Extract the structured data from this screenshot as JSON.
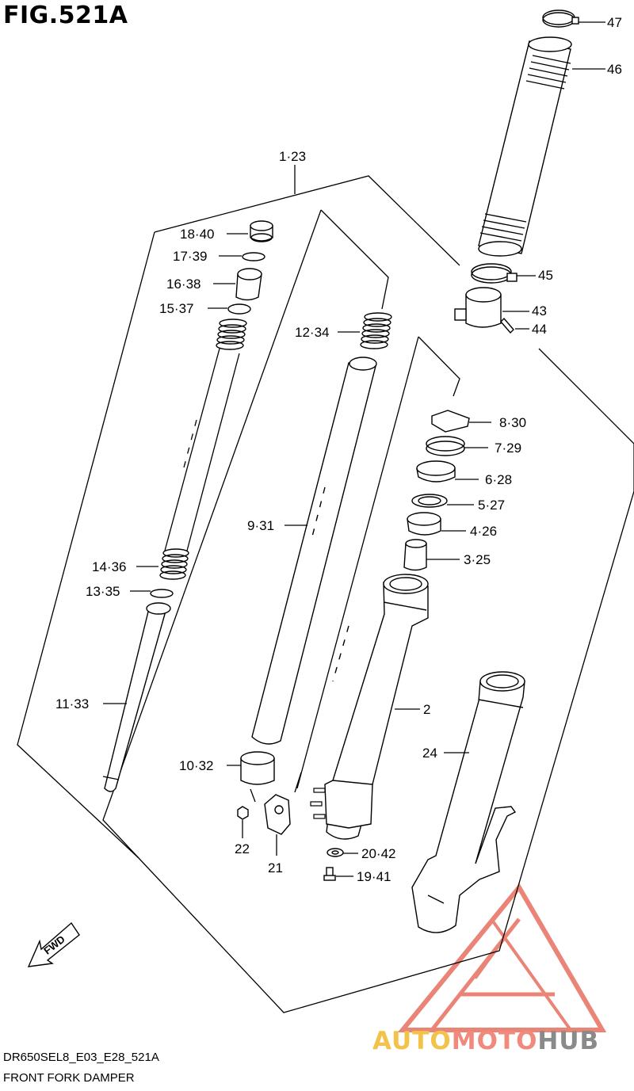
{
  "title": "FIG.521A",
  "labels": {
    "p47": "47",
    "p46": "46",
    "p1_23": "1·23",
    "p18_40": "18·40",
    "p17_39": "17·39",
    "p16_38": "16·38",
    "p15_37": "15·37",
    "p45": "45",
    "p43": "43",
    "p44": "44",
    "p12_34": "12·34",
    "p8_30": "8·30",
    "p7_29": "7·29",
    "p6_28": "6·28",
    "p5_27": "5·27",
    "p4_26": "4·26",
    "p9_31": "9·31",
    "p3_25": "3·25",
    "p14_36": "14·36",
    "p13_35": "13·35",
    "p11_33": "11·33",
    "p2": "2",
    "p24": "24",
    "p10_32": "10·32",
    "p22": "22",
    "p21": "21",
    "p20_42": "20·42",
    "p19_41": "19·41",
    "fwd": "FWD"
  },
  "footer": {
    "code": "DR650SEL8_E03_E28_521A",
    "name": "FRONT FORK DAMPER"
  },
  "watermark": {
    "part1": "AUTO",
    "part2": "MOTO",
    "part3": "HUB",
    "colors": [
      "#f3c24a",
      "#f08a7c",
      "#8a8a8a"
    ]
  }
}
